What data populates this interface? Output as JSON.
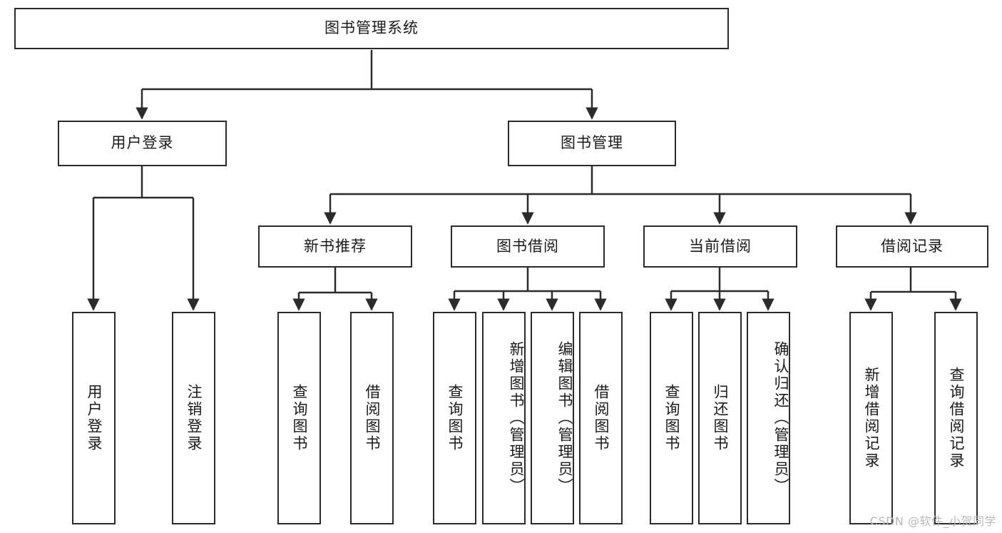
{
  "diagram": {
    "title": "图书管理系统",
    "type": "tree-hierarchy-chart",
    "watermark": "CSDN @软件_小贺同学",
    "colors": {
      "box_border": "#2b2b2b",
      "box_fill": "#ffffff",
      "connector": "#2b2b2b",
      "text": "#1a1a1a",
      "watermark": "#b9b9b9",
      "background": "#ffffff"
    },
    "root": {
      "id": "root",
      "label": "图书管理系统",
      "orientation": "horizontal"
    },
    "level2": [
      {
        "id": "user-login",
        "label": "用户登录",
        "orientation": "horizontal"
      },
      {
        "id": "book-management",
        "label": "图书管理",
        "orientation": "horizontal"
      }
    ],
    "level3": [
      {
        "id": "new-book-recommend",
        "label": "新书推荐",
        "orientation": "horizontal",
        "parent": "book-management"
      },
      {
        "id": "book-borrow",
        "label": "图书借阅",
        "orientation": "horizontal",
        "parent": "book-management"
      },
      {
        "id": "current-borrow",
        "label": "当前借阅",
        "orientation": "horizontal",
        "parent": "book-management"
      },
      {
        "id": "borrow-record",
        "label": "借阅记录",
        "orientation": "horizontal",
        "parent": "book-management"
      }
    ],
    "leaves": [
      {
        "id": "leaf-user-login",
        "label": "用户登录",
        "orientation": "vertical",
        "parent": "user-login"
      },
      {
        "id": "leaf-user-logout",
        "label": "注销登录",
        "orientation": "vertical",
        "parent": "user-login"
      },
      {
        "id": "leaf-query-book-recommend",
        "label": "查询图书",
        "orientation": "vertical",
        "parent": "new-book-recommend"
      },
      {
        "id": "leaf-borrow-book-recommend",
        "label": "借阅图书",
        "orientation": "vertical",
        "parent": "new-book-recommend"
      },
      {
        "id": "leaf-query-book-borrow",
        "label": "查询图书",
        "orientation": "vertical",
        "parent": "book-borrow"
      },
      {
        "id": "leaf-add-book",
        "label": "新增图书（管理员）",
        "orientation": "vertical",
        "parent": "book-borrow"
      },
      {
        "id": "leaf-edit-book",
        "label": "编辑图书（管理员）",
        "orientation": "vertical",
        "parent": "book-borrow"
      },
      {
        "id": "leaf-borrow-book",
        "label": "借阅图书",
        "orientation": "vertical",
        "parent": "book-borrow"
      },
      {
        "id": "leaf-query-book-current",
        "label": "查询图书",
        "orientation": "vertical",
        "parent": "current-borrow"
      },
      {
        "id": "leaf-return-book",
        "label": "归还图书",
        "orientation": "vertical",
        "parent": "current-borrow"
      },
      {
        "id": "leaf-confirm-return",
        "label": "确认归还（管理员）",
        "orientation": "vertical",
        "parent": "current-borrow"
      },
      {
        "id": "leaf-add-borrow-record",
        "label": "新增借阅记录",
        "orientation": "vertical",
        "parent": "borrow-record"
      },
      {
        "id": "leaf-query-borrow-record",
        "label": "查询借阅记录",
        "orientation": "vertical",
        "parent": "borrow-record"
      }
    ]
  }
}
